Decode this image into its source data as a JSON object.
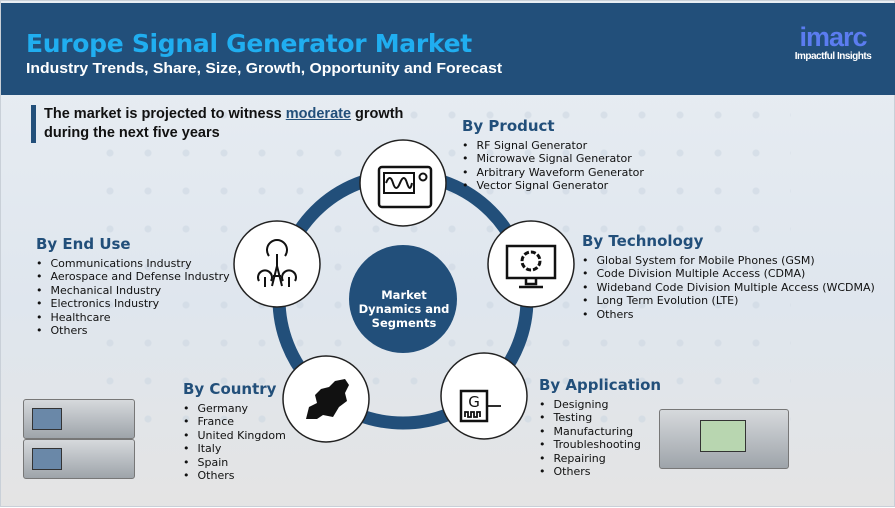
{
  "header": {
    "title": "Europe Signal Generator Market",
    "subtitle": "Industry Trends, Share, Size, Growth, Opportunity and Forecast"
  },
  "logo": {
    "word": "imarc",
    "tagline": "Impactful Insights"
  },
  "statement": {
    "before": "The market is projected to witness ",
    "highlight": "moderate",
    "after": " growth during the next five years"
  },
  "center": {
    "label": "Market Dynamics and Segments"
  },
  "segments": {
    "product": {
      "title": "By Product",
      "items": [
        "RF Signal Generator",
        "Microwave Signal Generator",
        "Arbitrary Waveform Generator",
        "Vector Signal Generator"
      ]
    },
    "technology": {
      "title": "By Technology",
      "items": [
        "Global System for Mobile Phones (GSM)",
        "Code Division Multiple Access (CDMA)",
        "Wideband Code Division Multiple Access (WCDMA)",
        "Long Term Evolution (LTE)",
        "Others"
      ]
    },
    "application": {
      "title": "By Application",
      "items": [
        "Designing",
        "Testing",
        "Manufacturing",
        "Troubleshooting",
        "Repairing",
        "Others"
      ]
    },
    "country": {
      "title": "By Country",
      "items": [
        "Germany",
        "France",
        "United Kingdom",
        "Italy",
        "Spain",
        "Others"
      ]
    },
    "end_use": {
      "title": "By End Use",
      "items": [
        "Communications Industry",
        "Aerospace and Defense Industry",
        "Mechanical Industry",
        "Electronics Industry",
        "Healthcare",
        "Others"
      ]
    }
  },
  "colors": {
    "navy": "#224f7a",
    "cyan": "#20aef0"
  }
}
